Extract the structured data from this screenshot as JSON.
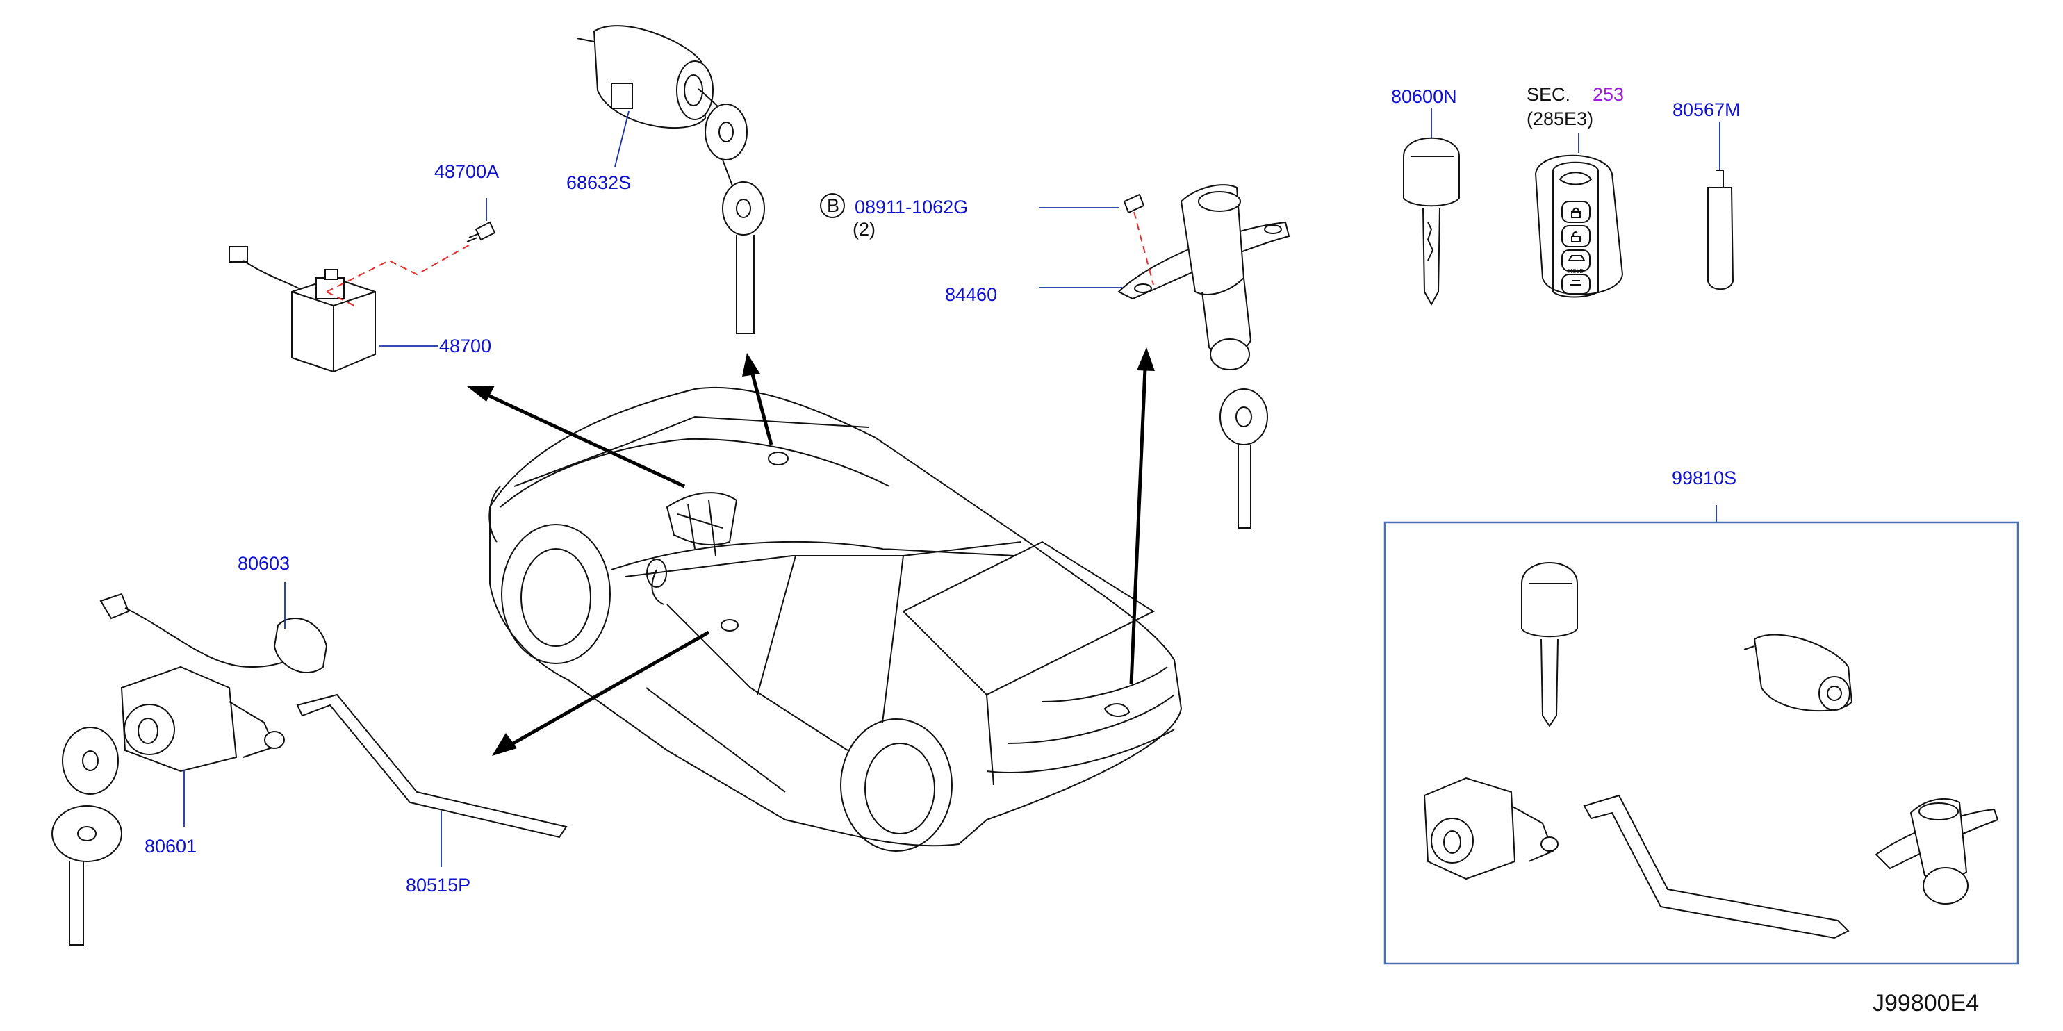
{
  "parts": {
    "p48700A": "48700A",
    "p68632S": "68632S",
    "p08911": "08911-1062G",
    "p08911_qty": "(2)",
    "bolt_symbol": "B",
    "p48700": "48700",
    "p84460": "84460",
    "p80600N": "80600N",
    "sec": "SEC.",
    "sec_num": "253",
    "sec_sub": "(285E3)",
    "p80567M": "80567M",
    "p99810S": "99810S",
    "p80603": "80603",
    "p80601": "80601",
    "p80515P": "80515P"
  },
  "fob_buttons": {
    "hold_label": "HOLD"
  },
  "diagram_code": "J99800E4",
  "colors": {
    "label_blue": "#1010d0",
    "section_purple": "#9a1fd6",
    "leader_blue": "#1a2fa0",
    "dashed_red": "#e03030",
    "kit_box_blue": "#4a70b0"
  }
}
